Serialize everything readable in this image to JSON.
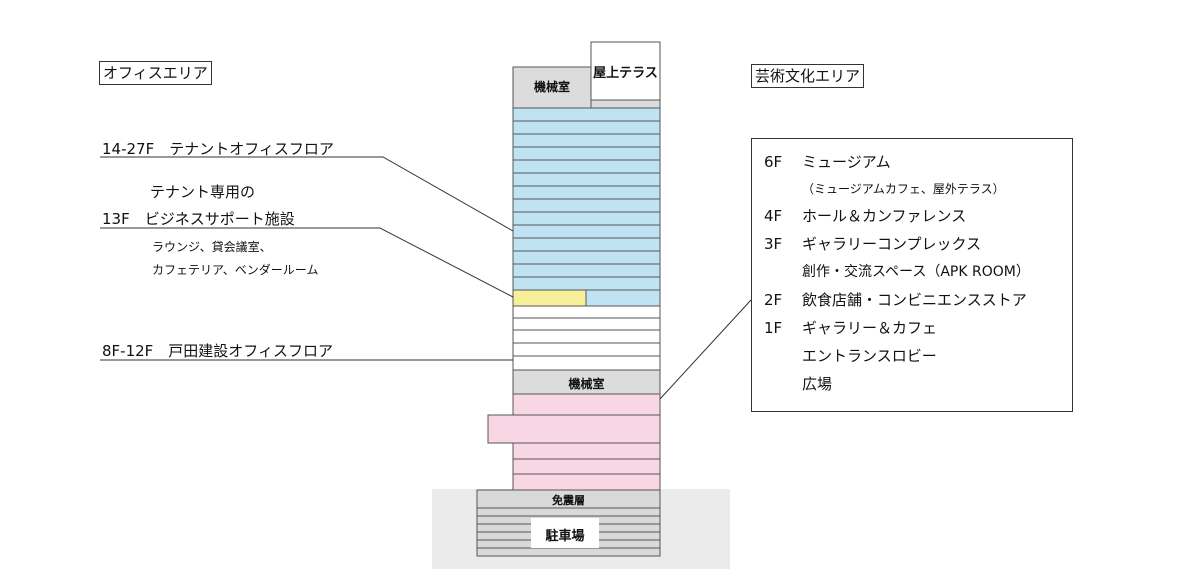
{
  "office_area": {
    "title": "オフィスエリア",
    "tenant_floors": "14-27F　テナントオフィスフロア",
    "support_line1": "テナント専用の",
    "support_line2": "13F　ビジネスサポート施設",
    "support_detail1": "ラウンジ、貸会議室、",
    "support_detail2": "カフェテリア、ベンダールーム",
    "toda_floors": "8F-12F　戸田建設オフィスフロア"
  },
  "culture_area": {
    "title": "芸術文化エリア",
    "floors": [
      {
        "floor": "6F",
        "label": "ミュージアム"
      },
      {
        "floor": "",
        "label": "（ミュージアムカフェ、屋外テラス）"
      },
      {
        "floor": "4F",
        "label": "ホール＆カンファレンス"
      },
      {
        "floor": "3F",
        "label": "ギャラリーコンプレックス"
      },
      {
        "floor": "",
        "label": "創作・交流スペース（APK ROOM）"
      },
      {
        "floor": "2F",
        "label": "飲食店舗・コンビニエンスストア"
      },
      {
        "floor": "1F",
        "label": "ギャラリー＆カフェ"
      },
      {
        "floor": "",
        "label": "エントランスロビー"
      },
      {
        "floor": "",
        "label": "広場"
      }
    ]
  },
  "building": {
    "rooftop_terrace": "屋上テラス",
    "machine_room_top": "機械室",
    "machine_room_mid": "機械室",
    "seismic_isolation": "免震層",
    "parking": "駐車場"
  },
  "colors": {
    "office_tenant": "#bfe3f3",
    "business_support": "#f6f09a",
    "toda_office": "#ffffff",
    "culture": "#f9d6e3",
    "machine_room": "#dcdcdc",
    "underground_bg": "#ebebeb",
    "outline": "#555555"
  }
}
